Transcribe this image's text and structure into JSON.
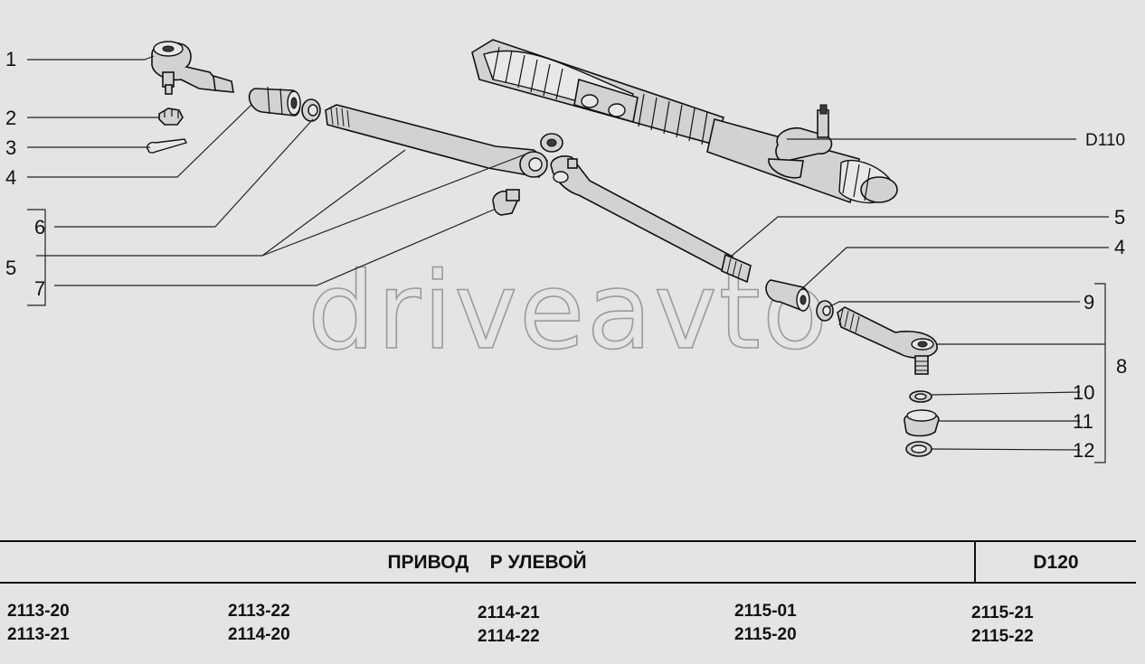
{
  "callouts": {
    "c1": "1",
    "c2": "2",
    "c3": "3",
    "c4_left": "4",
    "c6": "6",
    "c5_left": "5",
    "c7": "7",
    "c5_right": "5",
    "c4_right": "4",
    "c9": "9",
    "c8": "8",
    "c10": "10",
    "c11": "11",
    "c12": "12",
    "d110": "D110"
  },
  "watermark": "driveavto",
  "title_block": {
    "assembly_title": "ПРИВОД    Р УЛЕВОЙ",
    "assembly_code": "D120"
  },
  "models": {
    "col1": [
      "2113-20",
      "2113-21"
    ],
    "col2": [
      "2113-22",
      "2114-20"
    ],
    "col3": [
      "2114-21",
      "2114-22"
    ],
    "col4": [
      "2115-01",
      "2115-20"
    ],
    "col5": [
      "2115-21",
      "2115-22"
    ]
  },
  "colors": {
    "background": "#e4e4e4",
    "line": "#111111",
    "watermark": "#9a9a9a"
  }
}
